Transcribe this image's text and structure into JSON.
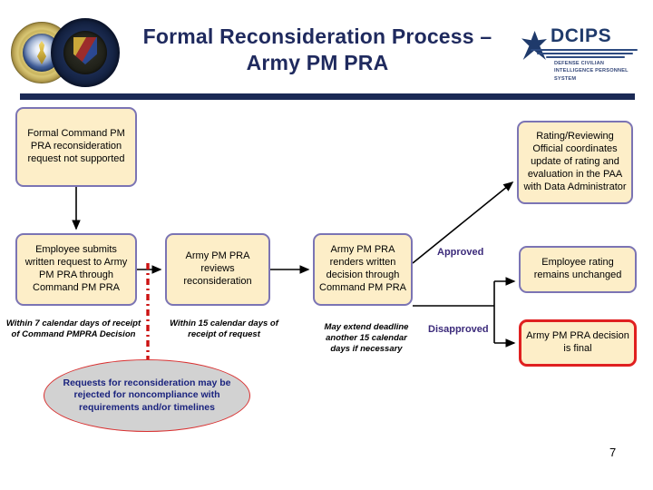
{
  "slide": {
    "title": "Formal Reconsideration Process – Army PM PRA",
    "page_number": "7",
    "accent_navy": "#1f2a5e",
    "box_fill": "#fdeec8",
    "box_border": "#7b74b4",
    "final_box_border": "#e02020",
    "ellipse_fill": "#d2d2d2",
    "ellipse_border": "#d93030",
    "dashed_line_color": "#cc1111"
  },
  "logos": {
    "army_seal": "army-seal-icon",
    "dia_seal": "defense-intelligence-agency-seal-icon",
    "dcips_name": "DCIPS",
    "dcips_subtitle": "DEFENSE CIVILIAN INTELLIGENCE PERSONNEL SYSTEM",
    "dcips_star": "star-icon"
  },
  "flow": {
    "boxes": [
      {
        "id": "not-supported",
        "text": "Formal Command PM PRA reconsideration request not supported"
      },
      {
        "id": "employee-submits",
        "text": "Employee submits written request to Army PM PRA through Command PM PRA"
      },
      {
        "id": "reviews",
        "text": "Army PM PRA reviews reconsideration"
      },
      {
        "id": "renders",
        "text": "Army PM PRA renders written decision through Command PM PRA"
      },
      {
        "id": "rating-official",
        "text": "Rating/Reviewing Official coordinates update of rating and evaluation in the PAA with Data Administrator"
      },
      {
        "id": "unchanged",
        "text": "Employee rating remains unchanged"
      },
      {
        "id": "final",
        "text": "Army PM PRA decision is final"
      }
    ],
    "ellipse": "Requests for reconsideration may be rejected for noncompliance with requirements and/or timelines",
    "captions": [
      {
        "id": "cap-7days",
        "text": "Within 7 calendar days of receipt of  Command PMPRA Decision"
      },
      {
        "id": "cap-15days",
        "text": "Within 15 calendar days of receipt of request"
      },
      {
        "id": "cap-extend",
        "text": "May extend deadline another 15 calendar days if necessary"
      }
    ],
    "decision_labels": [
      {
        "id": "approved",
        "text": "Approved"
      },
      {
        "id": "disapproved",
        "text": "Disapproved"
      }
    ]
  }
}
